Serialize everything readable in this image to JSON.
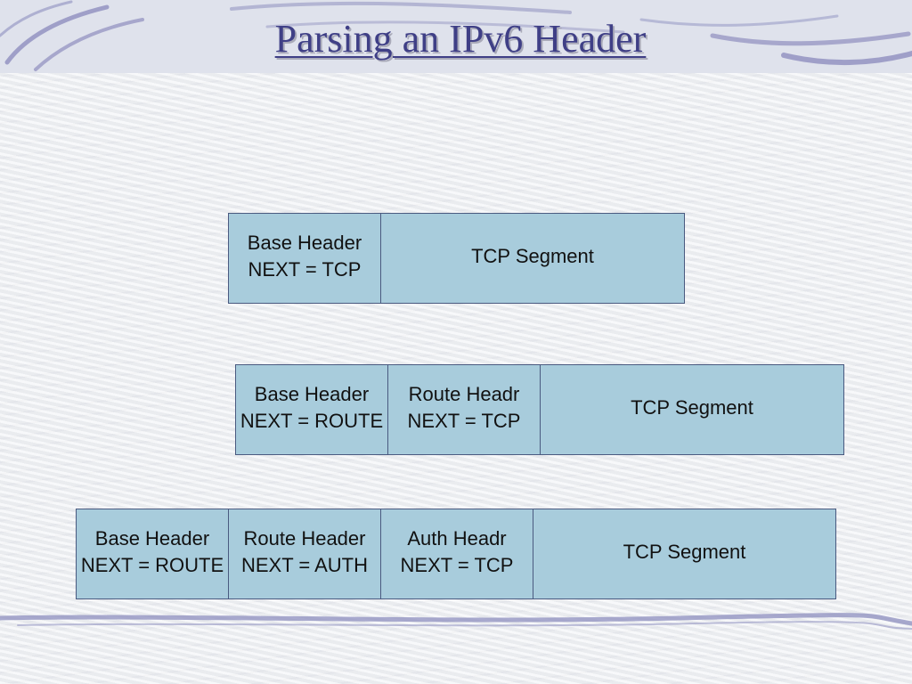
{
  "slide": {
    "title": "Parsing an IPv6 Header"
  },
  "colors": {
    "title": "#3f3f86",
    "box_fill": "#a8ccdc",
    "box_border": "#4a5a80",
    "swoosh": "#8e8fbf"
  },
  "rows": [
    {
      "cells": [
        {
          "lines": [
            "Base Header",
            "NEXT = TCP"
          ]
        },
        {
          "lines": [
            "TCP Segment"
          ]
        }
      ]
    },
    {
      "cells": [
        {
          "lines": [
            "Base Header",
            "NEXT = ROUTE"
          ]
        },
        {
          "lines": [
            "Route Headr",
            "NEXT = TCP"
          ]
        },
        {
          "lines": [
            "TCP Segment"
          ]
        }
      ]
    },
    {
      "cells": [
        {
          "lines": [
            "Base Header",
            "NEXT = ROUTE"
          ]
        },
        {
          "lines": [
            "Route Header",
            "NEXT = AUTH"
          ]
        },
        {
          "lines": [
            "Auth Headr",
            "NEXT = TCP"
          ]
        },
        {
          "lines": [
            "TCP Segment"
          ]
        }
      ]
    }
  ]
}
